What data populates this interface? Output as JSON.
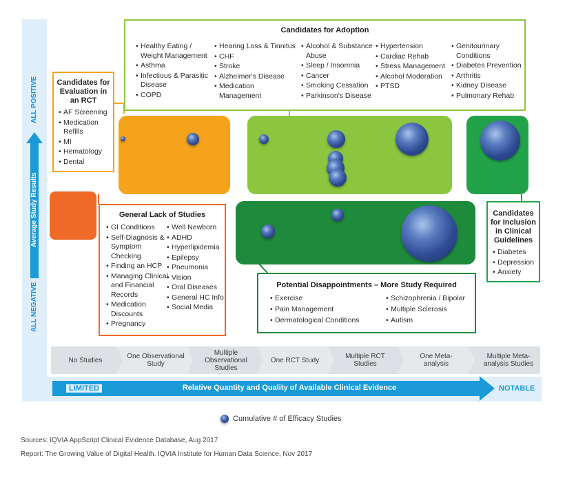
{
  "axes": {
    "y_top": "ALL POSITIVE",
    "y_middle": "Average Study Results",
    "y_bottom": "ALL NEGATIVE",
    "x_left": "LIMITED",
    "x_middle": "Relative Quantity and Quality of Available Clinical Evidence",
    "x_right": "NOTABLE"
  },
  "stages": [
    "No Studies",
    "One Observational Study",
    "Multiple Observational Studies",
    "One RCT Study",
    "Multiple RCT Studies",
    "One Meta-analysis",
    "Multiple Meta-analysis Studies"
  ],
  "groups": {
    "adoption": {
      "title": "Candidates for Adoption",
      "columns": [
        [
          "Healthy Eating / Weight Management",
          "Asthma",
          "Infectious & Parasitic Disease",
          "COPD"
        ],
        [
          "Hearing Loss & Tinnitus",
          "CHF",
          "Stroke",
          "Alzheimer's Disease",
          "Medication Management"
        ],
        [
          "Alcohol & Substance Abuse",
          "Sleep / Insomnia",
          "Cancer",
          "Smoking Cessation",
          "Parkinson's Disease"
        ],
        [
          "Hypertension",
          "Cardiac Rehab",
          "Stress Management",
          "Alcohol Moderation",
          "PTSD"
        ],
        [
          "Genitourinary Conditions",
          "Diabetes Prevention",
          "Arthritis",
          "Kidney Disease",
          "Pulmonary Rehab"
        ]
      ]
    },
    "evaluation": {
      "title": "Candidates for Evaluation in an RCT",
      "items": [
        "AF Screening",
        "Medication Refills",
        "MI",
        "Hematology",
        "Dental"
      ]
    },
    "lack": {
      "title": "General Lack of Studies",
      "columns": [
        [
          "GI Conditions",
          "Self-Diagnosis & Symptom Checking",
          "Finding an HCP",
          "Managing Clinical and Financial Records",
          "Medication Discounts",
          "Pregnancy"
        ],
        [
          "Well Newborn",
          "ADHD",
          "Hyperlipidemia",
          "Epilepsy",
          "Pneumonia",
          "Vision",
          "Oral Diseases",
          "General HC Info",
          "Social Media"
        ]
      ]
    },
    "disappointments": {
      "title": "Potential Disappointments – More Study Required",
      "columns": [
        [
          "Exercise",
          "Pain Management",
          "Dermatological Conditions"
        ],
        [
          "Schizophrenia / Bipolar",
          "Multiple Sclerosis",
          "Autism"
        ]
      ]
    },
    "guidelines": {
      "title": "Candidates for Inclusion in Clinical Guidelines",
      "items": [
        "Diabetes",
        "Depression",
        "Anxiety"
      ]
    }
  },
  "legend": "Cumulative # of Efficacy Studies",
  "sources": "Sources: IQVIA AppScript Clinical Evidence Database, Aug 2017",
  "report": "Report: The Growing Value of Digital Health. IQVIA Institute for Human Data Science, Nov 2017",
  "colors": {
    "orange": "#f5a31b",
    "red_orange": "#ef6a26",
    "light_green": "#8cc63f",
    "dark_green": "#1e8a3c",
    "mid_green": "#22a34a",
    "blue": "#1a9ad6",
    "bubble": "#3a5aa6"
  }
}
